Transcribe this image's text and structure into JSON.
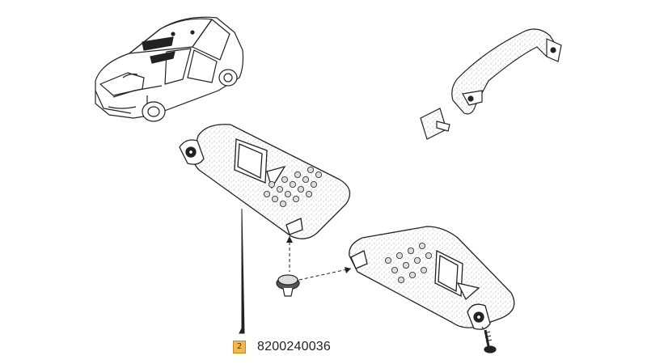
{
  "callout": {
    "index": "2",
    "part_number": "8200240036",
    "badge_color": "#f2b84a"
  },
  "parts": [
    {
      "name": "car-illustration"
    },
    {
      "name": "grab-handle"
    },
    {
      "name": "handle-cover-clip"
    },
    {
      "name": "left-sun-visor"
    },
    {
      "name": "right-sun-visor"
    },
    {
      "name": "visor-clip"
    },
    {
      "name": "mounting-screw"
    }
  ]
}
